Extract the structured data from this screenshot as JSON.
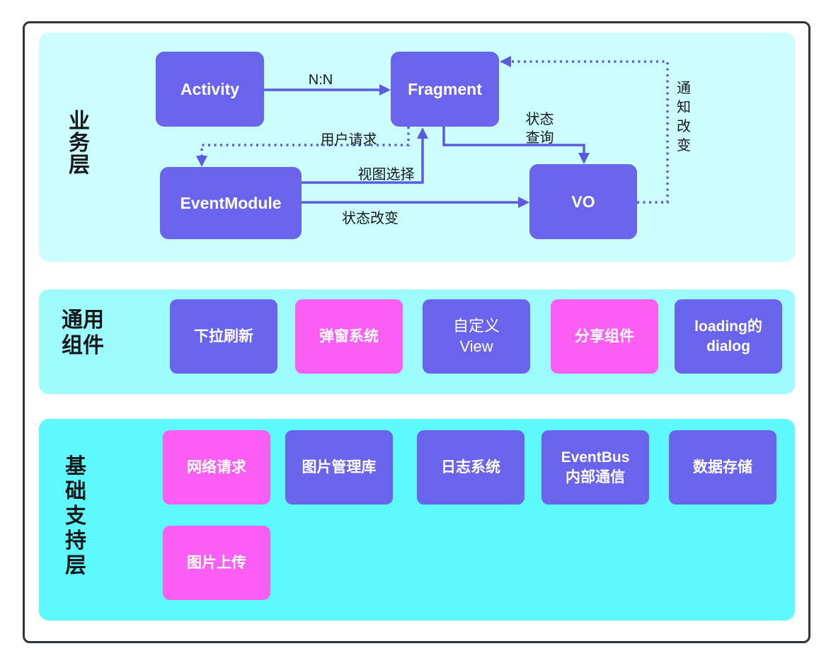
{
  "palette": {
    "box_purple": "#6A63EB",
    "box_magenta": "#FA5EF3",
    "band_top": "#CCFEFF",
    "band_middle": "#9DFBFD",
    "band_bottom": "#5EF9FC",
    "arrow": "#5B5BE2",
    "frame_border": "#2E3338",
    "label_text": "#15171A",
    "box_text": "#FFFFFF"
  },
  "business_layer": {
    "label": "业\n务\n层",
    "nodes": {
      "activity": {
        "label": "Activity",
        "color": "purple"
      },
      "fragment": {
        "label": "Fragment",
        "color": "purple"
      },
      "event_module": {
        "label": "EventModule",
        "color": "purple"
      },
      "vo": {
        "label": "VO",
        "color": "purple"
      }
    },
    "edges": {
      "activity_to_fragment": {
        "label": "N:N",
        "from": "Activity",
        "to": "Fragment",
        "style": "solid"
      },
      "fragment_to_eventmodule": {
        "label": "用户请求",
        "from": "Fragment",
        "to": "EventModule",
        "style": "dotted"
      },
      "eventmodule_to_fragment": {
        "label": "视图选择",
        "from": "EventModule",
        "to": "Fragment",
        "style": "solid"
      },
      "eventmodule_to_vo": {
        "label": "状态改变",
        "from": "EventModule",
        "to": "VO",
        "style": "solid"
      },
      "fragment_to_vo": {
        "label": "状态\n查询",
        "from": "Fragment",
        "to": "VO",
        "style": "solid"
      },
      "vo_to_fragment": {
        "label": "通\n知\n改\n变",
        "from": "VO",
        "to": "Fragment",
        "style": "dotted"
      }
    }
  },
  "common_layer": {
    "label": "通用\n组件",
    "items": [
      {
        "label": "下拉刷新",
        "color": "purple"
      },
      {
        "label": "弹窗系统",
        "color": "magenta"
      },
      {
        "label": "自定义\nView",
        "color": "purple"
      },
      {
        "label": "分享组件",
        "color": "magenta"
      },
      {
        "label": "loading的\ndialog",
        "color": "purple"
      }
    ]
  },
  "foundation_layer": {
    "label": "基\n础\n支\n持\n层",
    "row1": [
      {
        "label": "网络请求",
        "color": "magenta"
      },
      {
        "label": "图片管理库",
        "color": "purple"
      },
      {
        "label": "日志系统",
        "color": "purple"
      },
      {
        "label": "EventBus\n内部通信",
        "color": "purple"
      },
      {
        "label": "数据存储",
        "color": "purple"
      }
    ],
    "row2": [
      {
        "label": "图片上传",
        "color": "magenta"
      }
    ]
  }
}
